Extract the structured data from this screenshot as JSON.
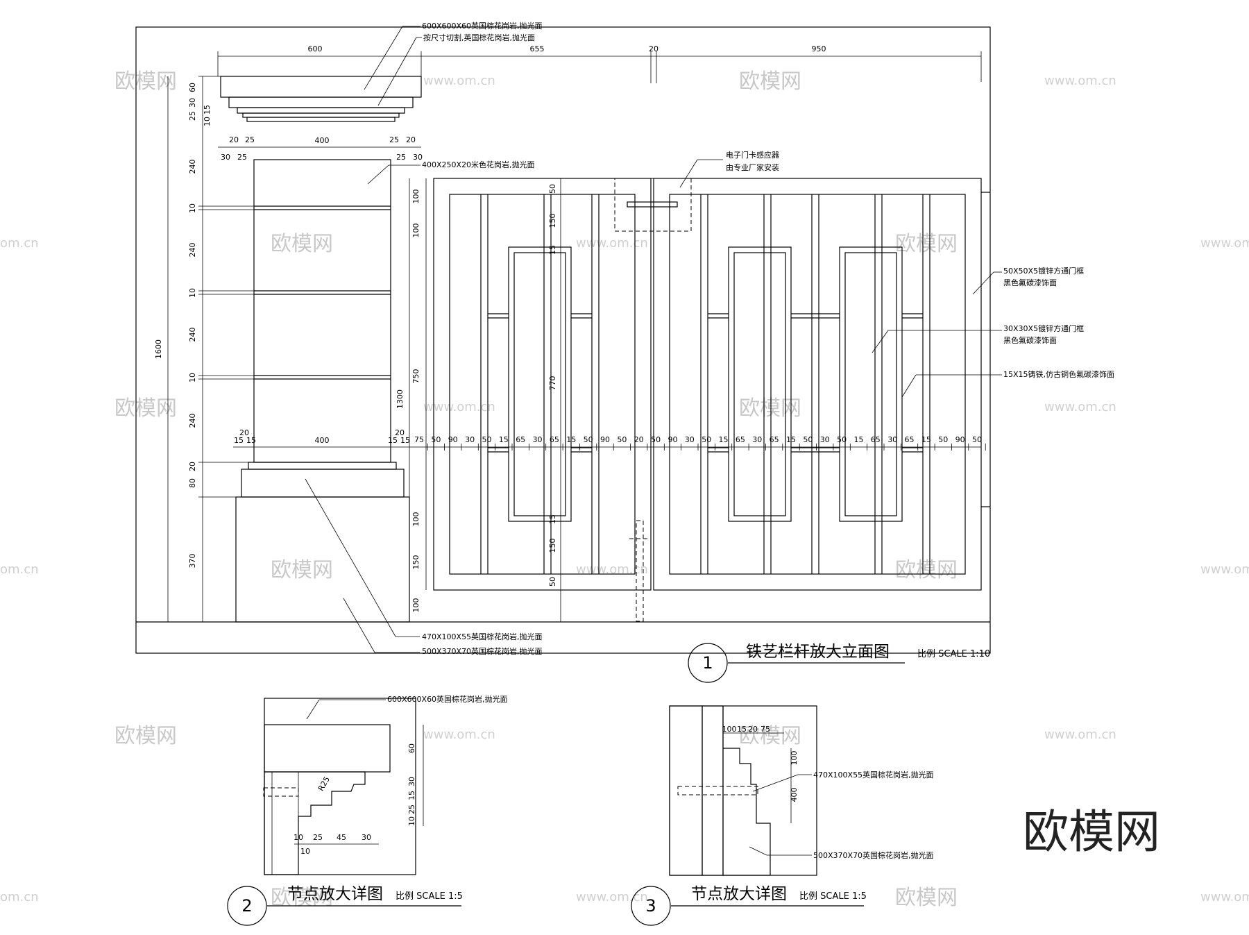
{
  "drawing": {
    "title1": "铁艺栏杆放大立面图",
    "scale1": "比例 SCALE 1:10",
    "num1": "1",
    "title2": "节点放大详图",
    "scale2": "比例 SCALE 1:5",
    "num2": "2",
    "title3": "节点放大详图",
    "scale3": "比例 SCALE 1:5",
    "num3": "3"
  },
  "notes": {
    "cap_stone": "600X600X60英国棕花岗岩,抛光面",
    "cap_cut": "按尺寸切割,英国棕花岗岩,抛光面",
    "column_stone": "400X250X20米色花岗岩,抛光面",
    "card_reader_1": "电子门卡感应器",
    "card_reader_2": "由专业厂家安装",
    "frame_50_1": "50X50X5镀锌方通门框",
    "frame_50_2": "黑色氟碳漆饰面",
    "frame_30_1": "30X30X5镀锌方通门框",
    "frame_30_2": "黑色氟碳漆饰面",
    "bar_15": "15X15铸铁,仿古铜色氟碳漆饰面",
    "base_470": "470X100X55英国棕花岗岩,抛光面",
    "base_500": "500X370X70英国棕花岗岩,抛光面",
    "d2_cap": "600X600X60英国棕花岗岩,抛光面",
    "d3_470": "470X100X55英国棕花岗岩,抛光面",
    "d3_500": "500X370X70英国棕花岗岩,抛光面"
  },
  "dims": {
    "top_600": "600",
    "top_655": "655",
    "top_20": "20",
    "top_950": "950",
    "cap_30a": "30",
    "cap_20a": "20",
    "cap_25a": "25",
    "cap_400": "400",
    "cap_25b": "25",
    "cap_20b": "20",
    "cap_30b": "30",
    "cap_25c": "25",
    "cap_25d": "25",
    "mid_20a": "20",
    "mid_15a": "15",
    "mid_15b": "15",
    "mid_400": "400",
    "mid_15c": "15",
    "mid_15d": "15",
    "mid_20b": "20",
    "v_60": "60",
    "v_30": "30",
    "v_15": "15",
    "v_10": "10",
    "v_25": "25",
    "v_240a": "240",
    "v_10a": "10",
    "v_240b": "240",
    "v_10b": "10",
    "v_240c": "240",
    "v_10c": "10",
    "v_240d": "240",
    "v_20": "20",
    "v_80": "80",
    "v_370": "370",
    "v_1600": "1600",
    "g_100a": "100",
    "g_100b": "100",
    "g_1300": "1300",
    "g_100c": "100",
    "g_150": "150",
    "g_100d": "100",
    "h_50a": "50",
    "h_150a": "150",
    "h_15a": "15",
    "h_770": "770",
    "h_15b": "15",
    "h_150b": "150",
    "h_50b": "50",
    "gw_750": "750",
    "row": [
      "75",
      "50",
      "90",
      "30",
      "50",
      "15",
      "65",
      "30",
      "65",
      "15",
      "50",
      "90",
      "50",
      "20",
      "50",
      "90",
      "30",
      "50",
      "15",
      "65",
      "30",
      "65",
      "15",
      "50",
      "30",
      "50",
      "15",
      "65",
      "30",
      "65",
      "15",
      "50",
      "90",
      "50"
    ],
    "d2_60": "60",
    "d2_30": "30",
    "d2_15": "15",
    "d2_25": "25",
    "d2_10": "10",
    "d2_r25": "R25",
    "d2_h10": "10",
    "d2_h25": "25",
    "d2_h45": "45",
    "d2_h30": "30",
    "d2_h10b": "10",
    "d3_100": "100",
    "d3_15": "15",
    "d3_20": "20",
    "d3_75": "75",
    "d3_v100": "100",
    "d3_v400": "400"
  },
  "watermark": {
    "site": "www.om.cn",
    "cn": "欧模网",
    "brand": "欧模网",
    "edge": "om.cn"
  }
}
